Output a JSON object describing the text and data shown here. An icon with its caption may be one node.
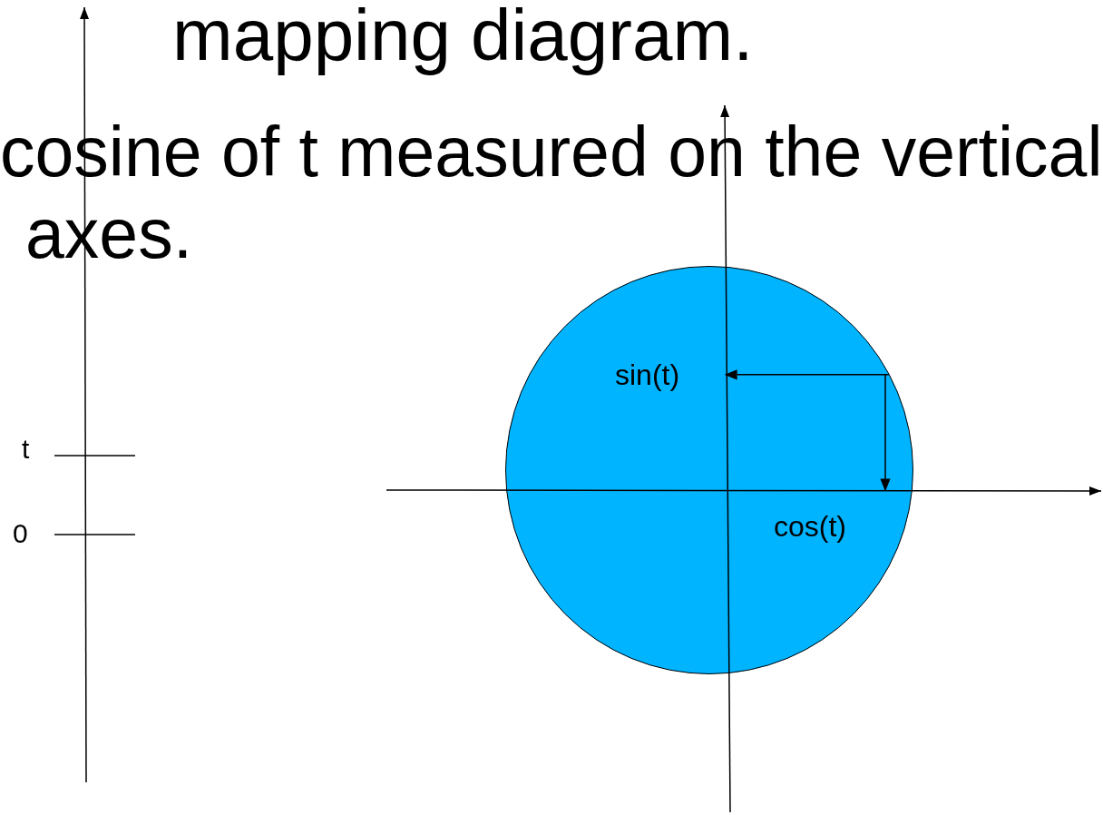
{
  "diagram": {
    "title": "mapping diagram.",
    "nodes": [
      {
        "text": [],
        "shape": "circle"
      },
      {
        "text": [
          "sin(t)"
        ],
        "in": 0
      },
      {
        "text": [
          "cos(t)"
        ],
        "in": 0
      }
    ],
    "edges": [
      {
        "from": 0,
        "to": 1,
        "arrow": "to"
      },
      {
        "from": 0,
        "to": 2,
        "arrow": "to"
      }
    ],
    "labels": [
      "cosine of t measured on the vertical axes.",
      "t",
      "0"
    ]
  }
}
